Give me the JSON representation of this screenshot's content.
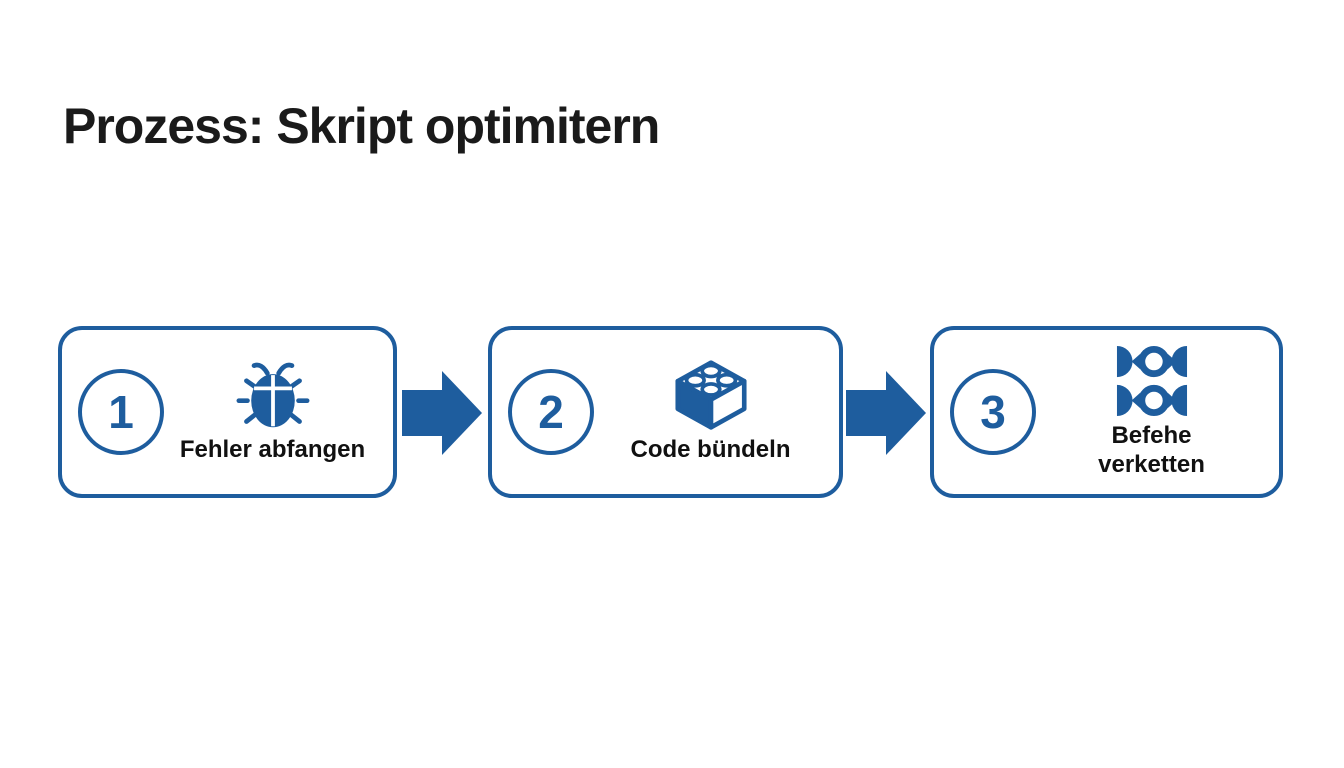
{
  "slide": {
    "title": "Prozess: Skript optimitern",
    "background_color": "#ffffff"
  },
  "colors": {
    "accent_blue": "#1e5d9e",
    "title_text": "#1a1a1a",
    "label_text": "#111111"
  },
  "steps": [
    {
      "number": "1",
      "icon": "bug-icon",
      "label": "Fehler abfangen"
    },
    {
      "number": "2",
      "icon": "lego-brick-icon",
      "label": "Code bündeln"
    },
    {
      "number": "3",
      "icon": "chain-links-icon",
      "label": "Befehe\nverketten"
    }
  ],
  "connectors": [
    {
      "icon": "arrow-right-icon"
    },
    {
      "icon": "arrow-right-icon"
    }
  ]
}
